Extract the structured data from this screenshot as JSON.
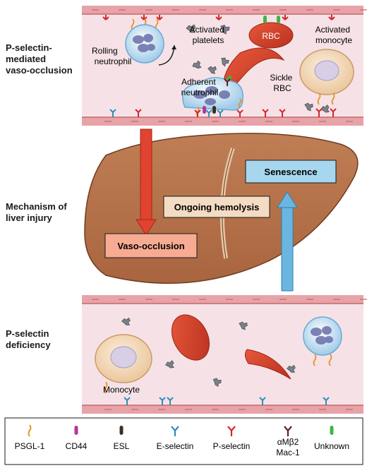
{
  "sections": {
    "top": "P-selectin-\nmediated\nvaso-occlusion",
    "middle": "Mechanism of\nliver injury",
    "bottom": "P-selectin\ndeficiency"
  },
  "top_panel": {
    "rolling_neutrophil": "Rolling neutrophil",
    "activated_platelets": "Activated platelets",
    "rbc": "RBC",
    "activated_monocyte": "Activated monocyte",
    "adherent_neutrophil": "Adherent neutrophil",
    "sickle_rbc": "Sickle RBC"
  },
  "liver": {
    "senescence": "Senescence",
    "ongoing_hemolysis": "Ongoing hemolysis",
    "vaso_occlusion": "Vaso-occlusion"
  },
  "bottom_panel": {
    "monocyte": "Monocyte"
  },
  "legend": [
    {
      "label": "PSGL-1",
      "icon": "psgl1-icon",
      "color": "#e8912a"
    },
    {
      "label": "CD44",
      "icon": "cd44-icon",
      "color": "#b5369a"
    },
    {
      "label": "ESL",
      "icon": "esl-icon",
      "color": "#3b2f24"
    },
    {
      "label": "E-selectin",
      "icon": "e-selectin-icon",
      "color": "#2e8fb8"
    },
    {
      "label": "P-selectin",
      "icon": "p-selectin-icon",
      "color": "#d7262e"
    },
    {
      "label": "αMβ2",
      "label2": "Mac-1",
      "icon": "mac1-icon",
      "color": "#6b1d1d"
    },
    {
      "label": "Unknown",
      "icon": "unknown-icon",
      "color": "#3fb449"
    }
  ],
  "colors": {
    "vessel": "#f6e2e6",
    "vessel_wall": "#c9646c",
    "liver": "#b5724b",
    "rbc": "#d8402a",
    "neutrophil": "#bfe0f2",
    "monocyte": "#f2d7b5",
    "platelet": "#7c8088",
    "arrow_down": "#e0432f",
    "arrow_up": "#6bb6e0",
    "senescence_box": "#a6d7ee",
    "hemolysis_box": "#f3dcc3",
    "vaso_box": "#f7ab93"
  }
}
